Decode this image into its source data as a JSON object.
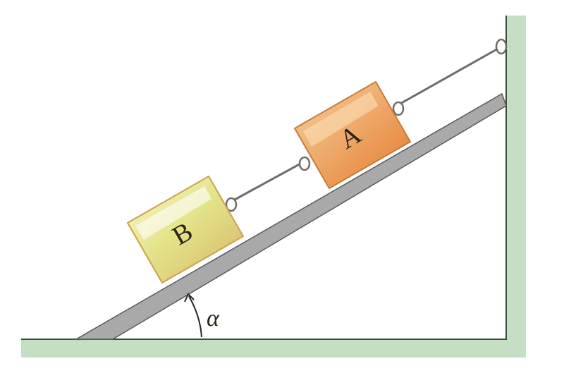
{
  "blocks": {
    "a": {
      "label": "A",
      "color": "#e9a25a"
    },
    "b": {
      "label": "B",
      "color": "#dede7a"
    }
  },
  "angle": {
    "label": "α"
  },
  "colors": {
    "ground": "#c5dfc5",
    "ground_edge": "#3e4a3e",
    "incline": "#a9a9a9",
    "string": "#6c6c6c"
  }
}
